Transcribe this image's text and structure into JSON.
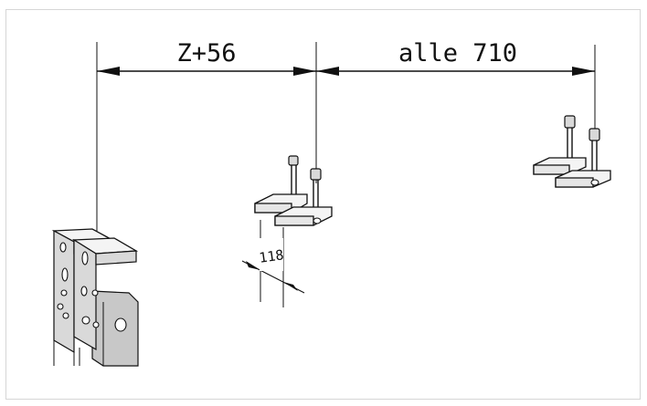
{
  "drawing": {
    "dimension_left": "Z+56",
    "dimension_right": "alle 710",
    "dimension_small": "118"
  }
}
